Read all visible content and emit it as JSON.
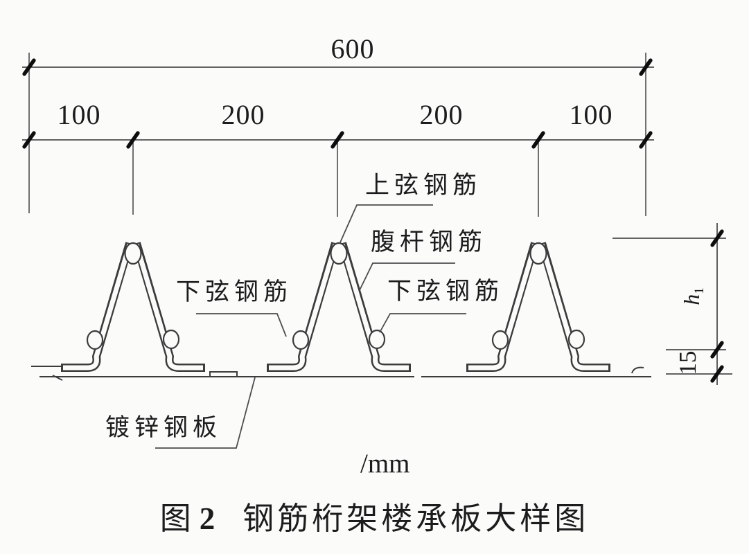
{
  "figure": {
    "caption_figure_char": "图",
    "caption_figure_number": "2",
    "caption_title": "钢筋桁架楼承板大样图",
    "unit_note": "/mm"
  },
  "dimensions": {
    "total_width": "600",
    "segment_1": "100",
    "segment_2": "200",
    "segment_3": "200",
    "segment_4": "100",
    "truss_height_symbol": "h",
    "truss_height_subscript": "1",
    "rib_height": "15"
  },
  "labels": {
    "top_chord": "上弦钢筋",
    "web_bar": "腹杆钢筋",
    "bottom_chord_left": "下弦钢筋",
    "bottom_chord_right": "下弦钢筋",
    "galvanized_plate": "镀锌钢板"
  },
  "colors": {
    "background": "#fbfbfa",
    "ink": "#1c1c1c",
    "line": "#4d4d4d",
    "profile": "#3c3c3c",
    "tick": "#0d0d0d"
  }
}
